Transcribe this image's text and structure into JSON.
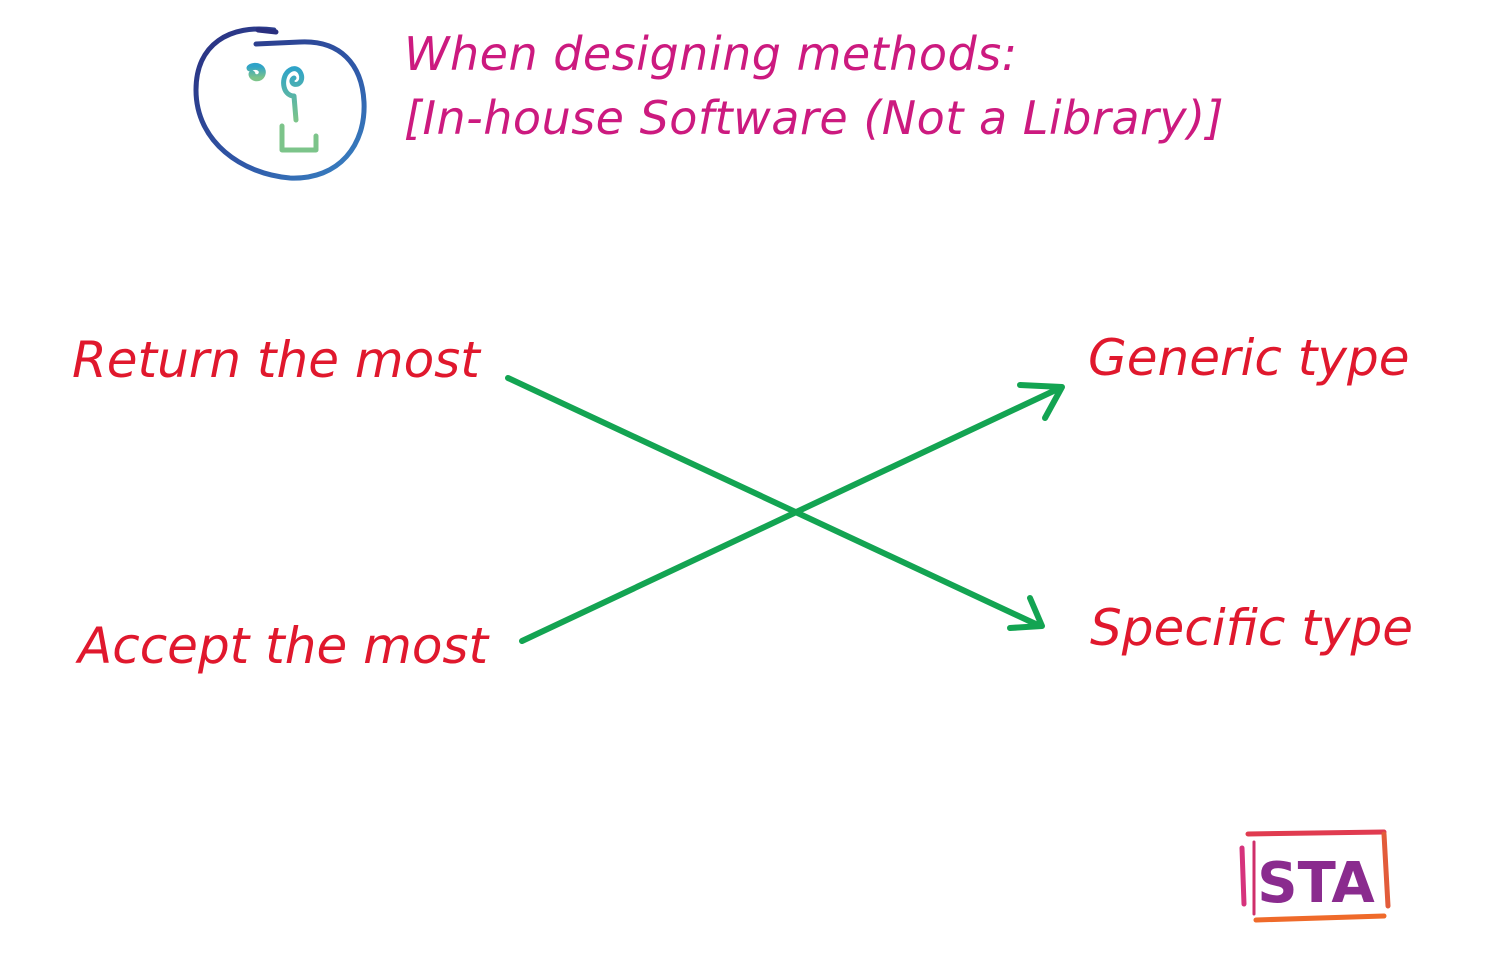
{
  "heading": {
    "line1": "When designing methods:",
    "line2": "[In-house Software (Not a Library)]"
  },
  "labels": {
    "return_most": "Return the most",
    "accept_most": "Accept the most",
    "generic_type": "Generic type",
    "specific_type": "Specific type"
  },
  "arrows": [
    {
      "from": "Return the most",
      "to": "Specific type"
    },
    {
      "from": "Accept the most",
      "to": "Generic type"
    }
  ],
  "badge": {
    "text": "STA"
  },
  "colors": {
    "heading": "#cc1a7f",
    "label": "#e0182d",
    "arrow": "#13a452",
    "logo_circle": "#2b3f8f",
    "logo_glyph": "#3cb6b4",
    "badge_frame": "#e03b50",
    "badge_text": "#8a2b8e"
  },
  "icons": {
    "logo": "face-logo-icon",
    "badge": "sta-badge-icon"
  }
}
